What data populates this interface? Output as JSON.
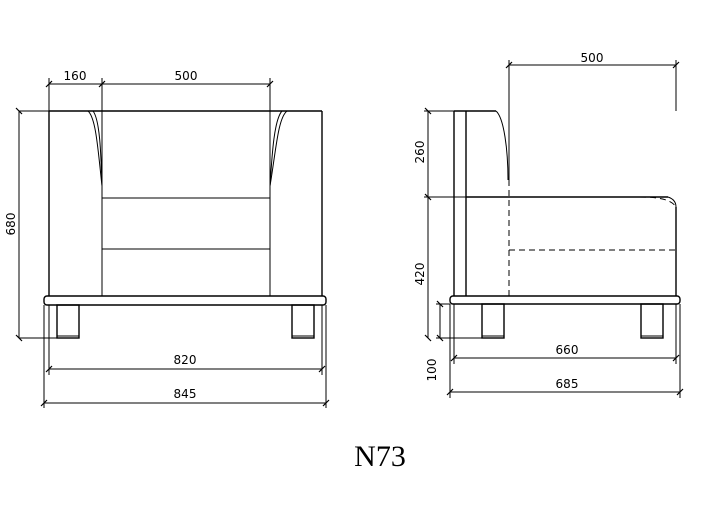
{
  "front_view": {
    "dimensions": {
      "arm_width": "160",
      "seat_width": "500",
      "height": "680",
      "base_width": "820",
      "overall_width": "845"
    }
  },
  "side_view": {
    "dimensions": {
      "seat_depth": "500",
      "back_height": "260",
      "seat_height": "420",
      "leg_height": "100",
      "base_depth": "660",
      "overall_depth": "685"
    }
  },
  "model_name": "N73"
}
